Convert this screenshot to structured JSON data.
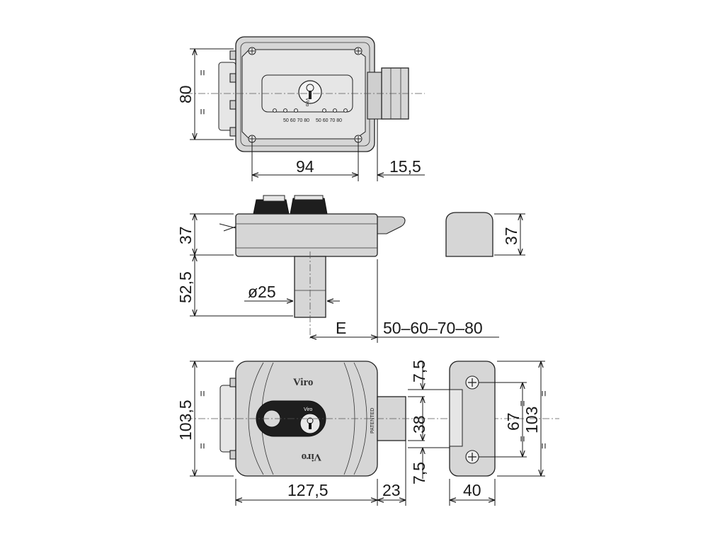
{
  "top_view": {
    "dim_height": "80",
    "dim_width": "94",
    "dim_bolt": "15,5",
    "eq_mark": "=",
    "scale": "50 60 70 80"
  },
  "side_view": {
    "dim_body_height": "37",
    "dim_cylinder_length": "52,5",
    "dim_diameter": "ø25",
    "dim_backset_label": "E",
    "dim_backset_values": "50–60–70–80",
    "dim_keeper_height": "37"
  },
  "front_view": {
    "brand_top": "Viro",
    "brand_bottom": "Viro",
    "cylinder_brand": "Viro",
    "patent_mark": "PATENTED",
    "dim_height": "103,5",
    "dim_width": "127,5",
    "dim_bolt": "23",
    "dim_top_offset": "7,5",
    "dim_bottom_offset": "7,5",
    "dim_bolt_height": "38",
    "dim_keeper_hole_spacing": "67",
    "dim_keeper_height": "103",
    "dim_keeper_width": "40",
    "eq_mark": "="
  }
}
